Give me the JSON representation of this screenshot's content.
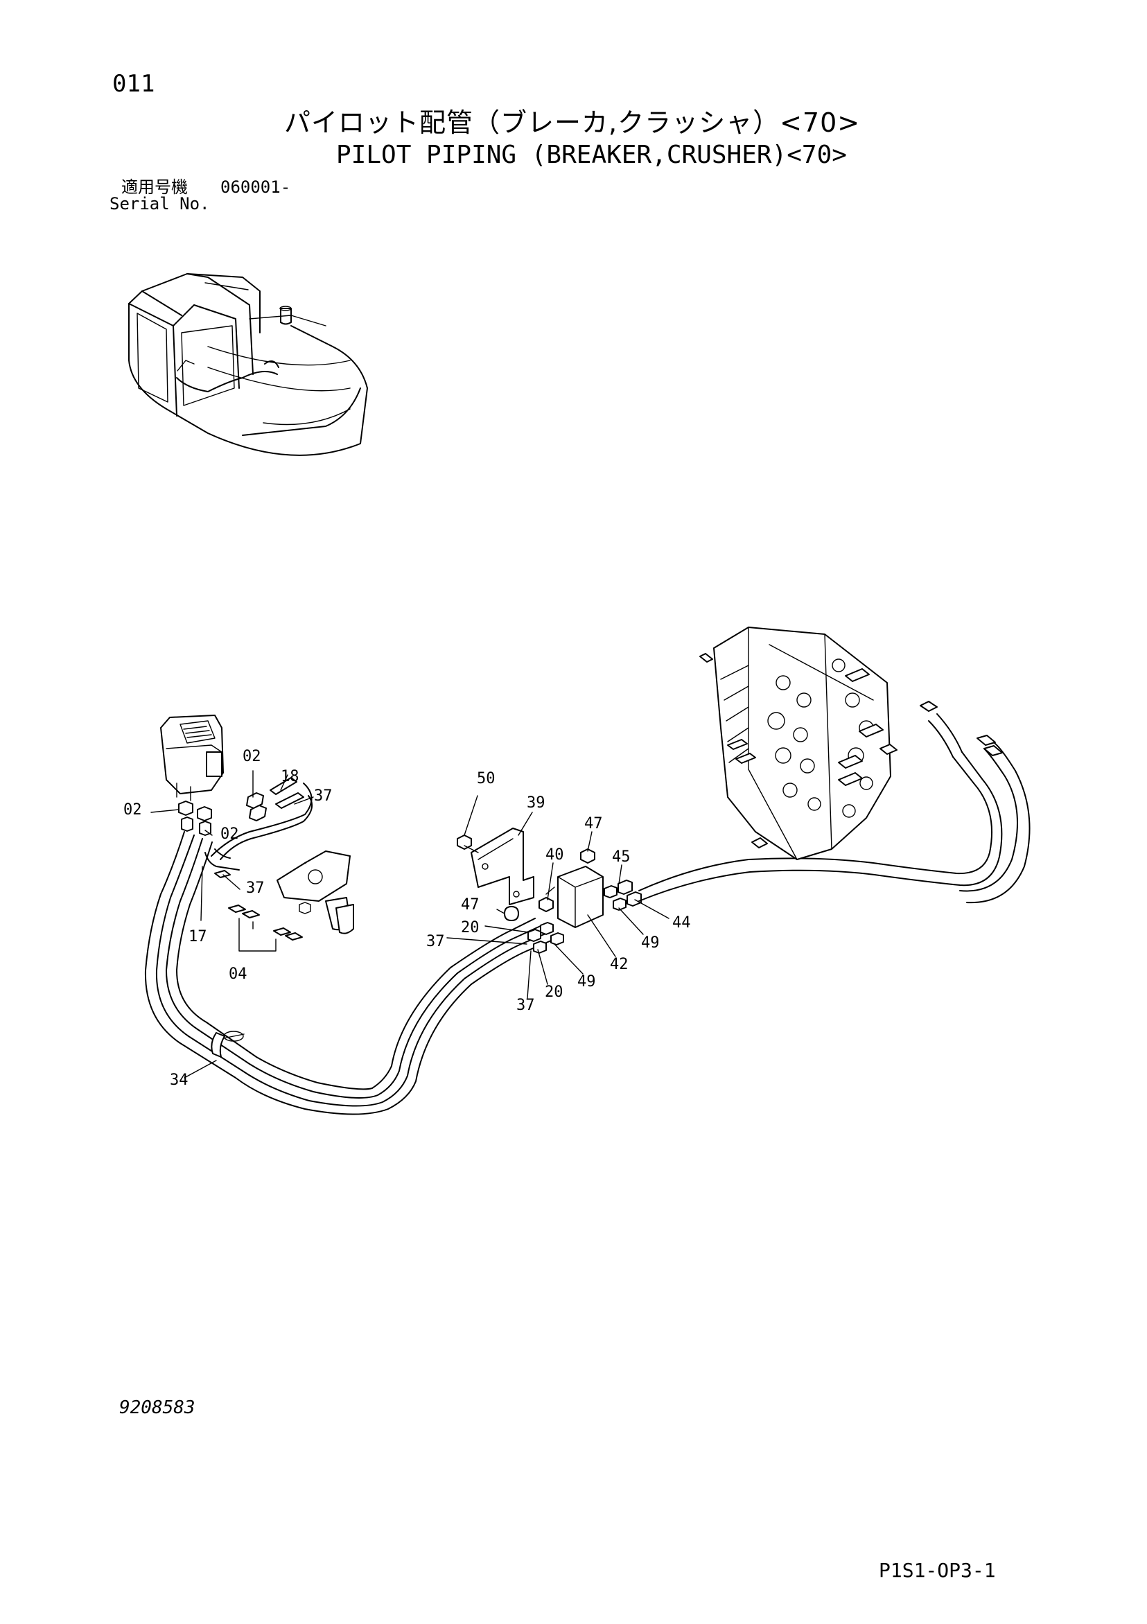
{
  "header": {
    "page_number": "011",
    "title_jp": "パイロット配管（ブレーカ,クラッシャ）<70>",
    "title_en": "PILOT PIPING (BREAKER,CRUSHER)<70>",
    "serial_label_jp": "適用号機",
    "serial_value": "060001-",
    "serial_label_en": "Serial No."
  },
  "callouts": [
    {
      "id": "02a",
      "text": "02"
    },
    {
      "id": "18",
      "text": "18"
    },
    {
      "id": "37a",
      "text": "37"
    },
    {
      "id": "02b",
      "text": "02"
    },
    {
      "id": "02c",
      "text": "02"
    },
    {
      "id": "37b",
      "text": "37"
    },
    {
      "id": "17",
      "text": "17"
    },
    {
      "id": "04",
      "text": "04"
    },
    {
      "id": "34",
      "text": "34"
    },
    {
      "id": "50",
      "text": "50"
    },
    {
      "id": "39",
      "text": "39"
    },
    {
      "id": "47a",
      "text": "47"
    },
    {
      "id": "40",
      "text": "40"
    },
    {
      "id": "45",
      "text": "45"
    },
    {
      "id": "47b",
      "text": "47"
    },
    {
      "id": "20a",
      "text": "20"
    },
    {
      "id": "37c",
      "text": "37"
    },
    {
      "id": "44",
      "text": "44"
    },
    {
      "id": "49a",
      "text": "49"
    },
    {
      "id": "42",
      "text": "42"
    },
    {
      "id": "49b",
      "text": "49"
    },
    {
      "id": "20b",
      "text": "20"
    },
    {
      "id": "37d",
      "text": "37"
    }
  ],
  "footer": {
    "drawing_number": "9208583",
    "page_code": "P1S1-OP3-1"
  }
}
